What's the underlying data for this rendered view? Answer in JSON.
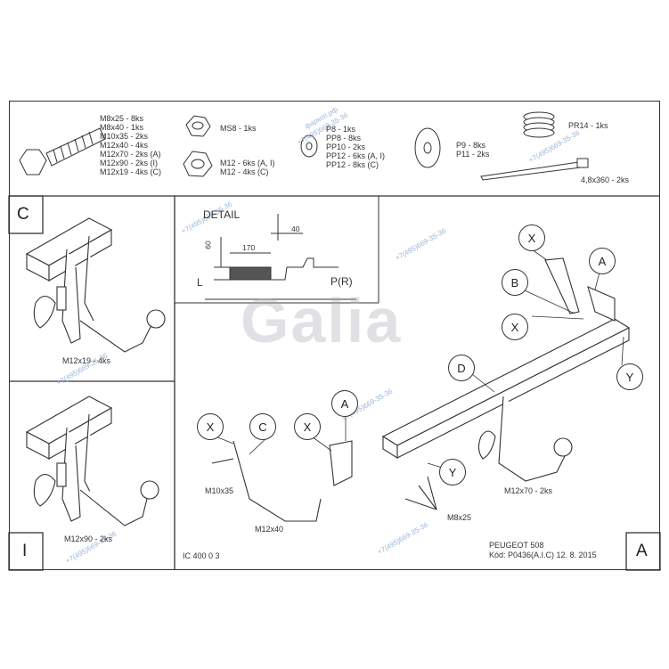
{
  "bolts": [
    "M8x25 - 8ks",
    "M8x40 - 1ks",
    "M10x35 - 2ks",
    "M12x40 - 4ks",
    "M12x70 - 2ks (A)",
    "M12x90 - 2ks (I)",
    "M12x19 - 4ks (C)"
  ],
  "nuts_top": "MS8 - 1ks",
  "nuts_bottom": [
    "M12 - 6ks (A, I)",
    "M12 - 4ks (C)"
  ],
  "washers_small": [
    "P8 - 1ks",
    "PP8 - 8ks",
    "PP10 - 2ks",
    "PP12 - 6ks (A, I)",
    "PP12 - 8ks (C)"
  ],
  "washers_large": [
    "P9 - 8ks",
    "P11 - 2ks"
  ],
  "spring": "PR14 - 1ks",
  "tie": "4,8x360 - 2ks",
  "detail": {
    "title": "DETAIL",
    "dim_60": "60",
    "dim_170": "170",
    "dim_40": "40",
    "L": "L",
    "PR": "P(R)"
  },
  "panels": {
    "C": "C",
    "I": "I",
    "A": "A"
  },
  "labels": {
    "m12x19": "M12x19 - 4ks",
    "m12x90": "M12x90 - 2ks",
    "m10x35": "M10x35",
    "m12x40": "M12x40",
    "m8x25": "M8x25",
    "m12x70": "M12x70 - 2ks",
    "code": "IC 400 0 3",
    "car": "PEUGEOT 508",
    "kod": "Kód: P0436(A.I.C)  12. 8. 2015"
  },
  "callouts": {
    "X": "X",
    "A": "A",
    "B": "B",
    "C": "C",
    "D": "D",
    "Y": "Y"
  },
  "watermark_site": "фаркоп.рф",
  "watermark_phone": "+7(495)669-35-36",
  "logo": "Galia"
}
